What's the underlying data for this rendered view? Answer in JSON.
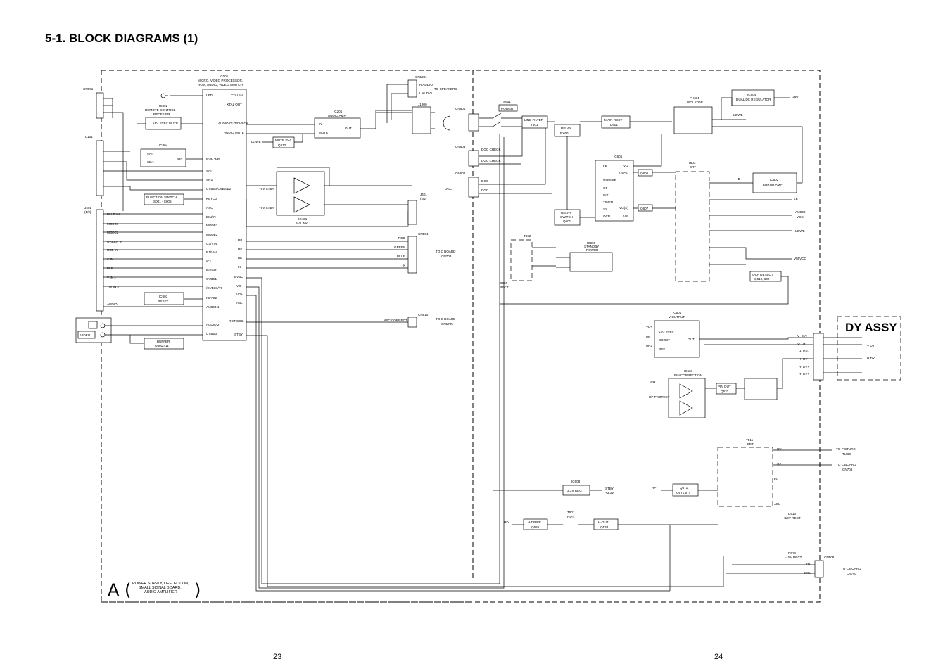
{
  "title": "5-1.  BLOCK DIAGRAMS (1)",
  "dy_assy": "DY ASSY",
  "board_letter": "A (",
  "board_close": ")",
  "board_desc": [
    "POWER SUPPLY, DEFLECTION,",
    "SMALL SIGNAL BOARD,",
    "AUDIO AMPLIFIER"
  ],
  "page_left": "23",
  "page_right": "24",
  "blocks": {
    "ic001": [
      "IC001",
      "MICRO, VIDEO PROCESSOR,",
      "ROM, AUDIO, VIDEO SWITCH"
    ],
    "ic002": [
      "IC002",
      "REMOTE CONTROL",
      "RECEIVER"
    ],
    "ic004": "IC004",
    "function_sw": [
      "FUNCTION SWITCH",
      "S001 - S006"
    ],
    "ic003": [
      "IC003",
      "RESET"
    ],
    "buffer": [
      "BUFFER",
      "Q401,411"
    ],
    "mute_sw": [
      "MUTE SW",
      "Q212"
    ],
    "ic201": [
      "IC201",
      "AUDIO AMP"
    ],
    "ic401": [
      "IC401",
      "AV LINK"
    ],
    "power": [
      "S601",
      "POWER"
    ],
    "line_filter": [
      "LINE FILTER",
      "T601"
    ],
    "relay": [
      "RELAY",
      "RY601"
    ],
    "main_rect": [
      "MAIN RECT",
      "D601"
    ],
    "relay_switch": [
      "RELAY",
      "SWITCH",
      "Q601"
    ],
    "ic601": "IC601",
    "q606": "Q606",
    "q607": "Q607",
    "ph601": [
      "PH601",
      "ISOLATOR"
    ],
    "ic604": [
      "IC604",
      "DUAL DC REGULATOR"
    ],
    "ic602": [
      "IC602",
      "ERROR AMP"
    ],
    "t603": [
      "T603",
      "SRT"
    ],
    "t602": "T602",
    "ic609": [
      "IC609",
      "STANDBY",
      "POWER"
    ],
    "d630": [
      "D630",
      "RECT"
    ],
    "ocp": [
      "OCP DETECT",
      "Q612, 602"
    ],
    "ic501": [
      "IC501",
      "V OUTPUT"
    ],
    "ic531": [
      "IC531",
      "PIN CORRECTION"
    ],
    "pin_out": [
      "PIN OUT",
      "Q532"
    ],
    "t511": [
      "T511",
      "FBT"
    ],
    "ic608": "IC608",
    "reg": "3.3V REG",
    "q571": [
      "Q571,",
      "Q571,574"
    ],
    "t501": [
      "T501",
      "HDT"
    ],
    "hdrive": [
      "H-DRIVE",
      "Q535"
    ],
    "hout": [
      "H-OUT",
      "Q533"
    ],
    "d513": [
      "D513",
      "+15V RECT"
    ],
    "d514": [
      "D514",
      "-15V RECT"
    ]
  },
  "labels": {
    "cn001": "CN001",
    "tu101": "TU101",
    "j401a": [
      "J401",
      "(1/2)"
    ],
    "j401b": [
      "J401",
      "(2/2)"
    ],
    "cn1201": "CN1201",
    "j1200": "J1200",
    "cn601": "CN601",
    "cn603": "CN603",
    "cn602": "CN602",
    "cn504": "CN504",
    "cn510": "CN510",
    "cn508": "CN508",
    "to_speakers": "TO SPEAKERS",
    "to_c_703": [
      "TO C BOARD",
      "CN703"
    ],
    "to_c_1705": [
      "TO C BOARD",
      "CN1705"
    ],
    "to_picture": [
      "TO PICTURE",
      "TUBE"
    ],
    "to_c_706": [
      "TO C BOARD",
      "CN706"
    ],
    "to_c_707": [
      "TO C BOARD",
      "CN707"
    ],
    "video_conn": "VIDEO",
    "low_b": "LOWB",
    "plus_b": "+B",
    "plus_9v": "+9V",
    "vm_vcc": "VM VCC",
    "audio_vcc": [
      "AUDIO",
      "VCC"
    ],
    "low_b2": "LOWB",
    "stby": [
      "STBY",
      "+3.3V"
    ]
  },
  "pins_left": [
    "BLUE IN",
    "MODE1",
    "MODE2",
    "GREEN IN",
    "RED IN",
    "C IN",
    "BLK",
    "V IN 1",
    "Y/V IN 2",
    "AUDIO"
  ],
  "pins_ic001": [
    "LED",
    "XTAL IN",
    "XTAL OUT",
    "AUDIO OUT/CHECK",
    "AUDIO MUTE",
    "NVM WP",
    "SCL",
    "SDA",
    "CVBS0/CVBS1/2",
    "KEYC0",
    "ASC",
    "BIN/IN",
    "MODE1",
    "MODE2",
    "G1/YIN",
    "R1/VIN",
    "/C1",
    "INSW2",
    "CVBS1",
    "/CVBS1/Y1",
    "KEYC2",
    "AUDIO 1",
    "AUDIO 2",
    "CVBS3",
    "RB",
    "RE",
    "BE",
    "IK",
    "BVBO",
    "VD-",
    "VD+",
    "ABL",
    "ROT COIL",
    "STBY"
  ],
  "signals": [
    "RED",
    "GREEN",
    "BLUE",
    "IK",
    "NSC CORRECT",
    "R AUDIO",
    "L AUDIO",
    "DGC",
    "DGC CHECK",
    "VD",
    "VSENSE",
    "CT",
    "INT",
    "TIMER",
    "SS",
    "VG(S)",
    "OCP",
    "VS",
    "FB",
    "VSCH",
    "VD+",
    "VP",
    "BOOST",
    "REF",
    "OUT",
    "V- DY+",
    "V- DY-",
    "H- DY-",
    "H- DY+",
    "V DY",
    "H DY",
    "HV",
    "G2",
    "FV",
    "ABL",
    "HP",
    "HD",
    "H1",
    "200V",
    "SW",
    "HP PROTECT",
    "IN",
    "MUTE",
    "OUT L",
    "+5V STBY",
    "WP",
    "VCC",
    "SCL",
    "SDA",
    "LOWB"
  ]
}
